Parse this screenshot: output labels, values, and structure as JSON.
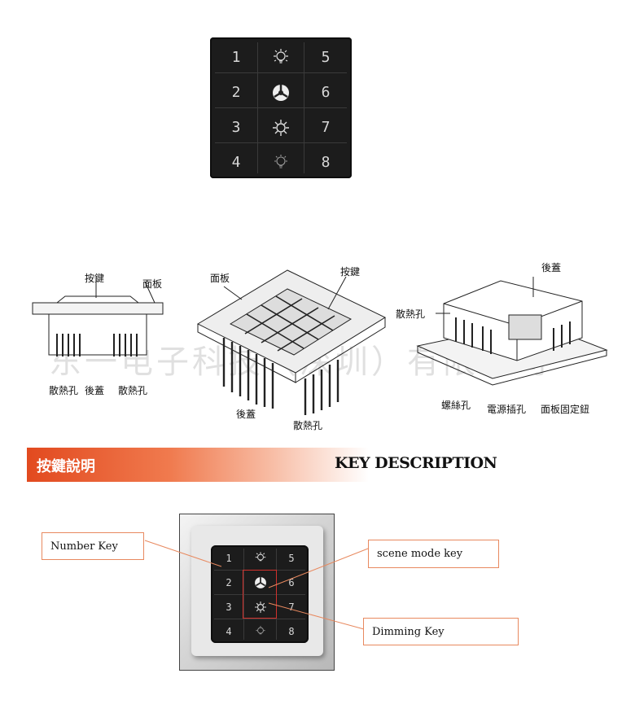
{
  "top_keypad": {
    "left_keys": [
      "1",
      "2",
      "3",
      "4"
    ],
    "right_keys": [
      "5",
      "6",
      "7",
      "8"
    ],
    "middle_icons": [
      "bulb-bright-icon",
      "scene-mode-icon",
      "sun-dimming-icon",
      "bulb-dim-icon"
    ]
  },
  "drawings": {
    "side_view": {
      "key": "按鍵",
      "panel": "面板",
      "vent_left": "散熱孔",
      "back_cover": "後蓋",
      "vent_right": "散熱孔"
    },
    "top_view": {
      "panel": "面板",
      "key": "按鍵",
      "back_cover": "後蓋",
      "vent": "散熱孔"
    },
    "rear_view": {
      "back_cover": "後蓋",
      "vent": "散熱孔",
      "screw_hole": "螺絲孔",
      "power_socket": "電源插孔",
      "panel_fix": "面板固定鈕"
    },
    "watermark": "东一电子科技（深圳）有限公司"
  },
  "banner": {
    "title_cn": "按鍵說明",
    "title_en": "KEY DESCRIPTION"
  },
  "callouts": {
    "number_key": "Number Key",
    "scene_mode_key": "scene mode key",
    "dimming_key": "Dimming Key"
  },
  "colors": {
    "banner_start": "#e24a1f",
    "callout_line": "#e8895f",
    "keypad": "#1c1c1c"
  }
}
